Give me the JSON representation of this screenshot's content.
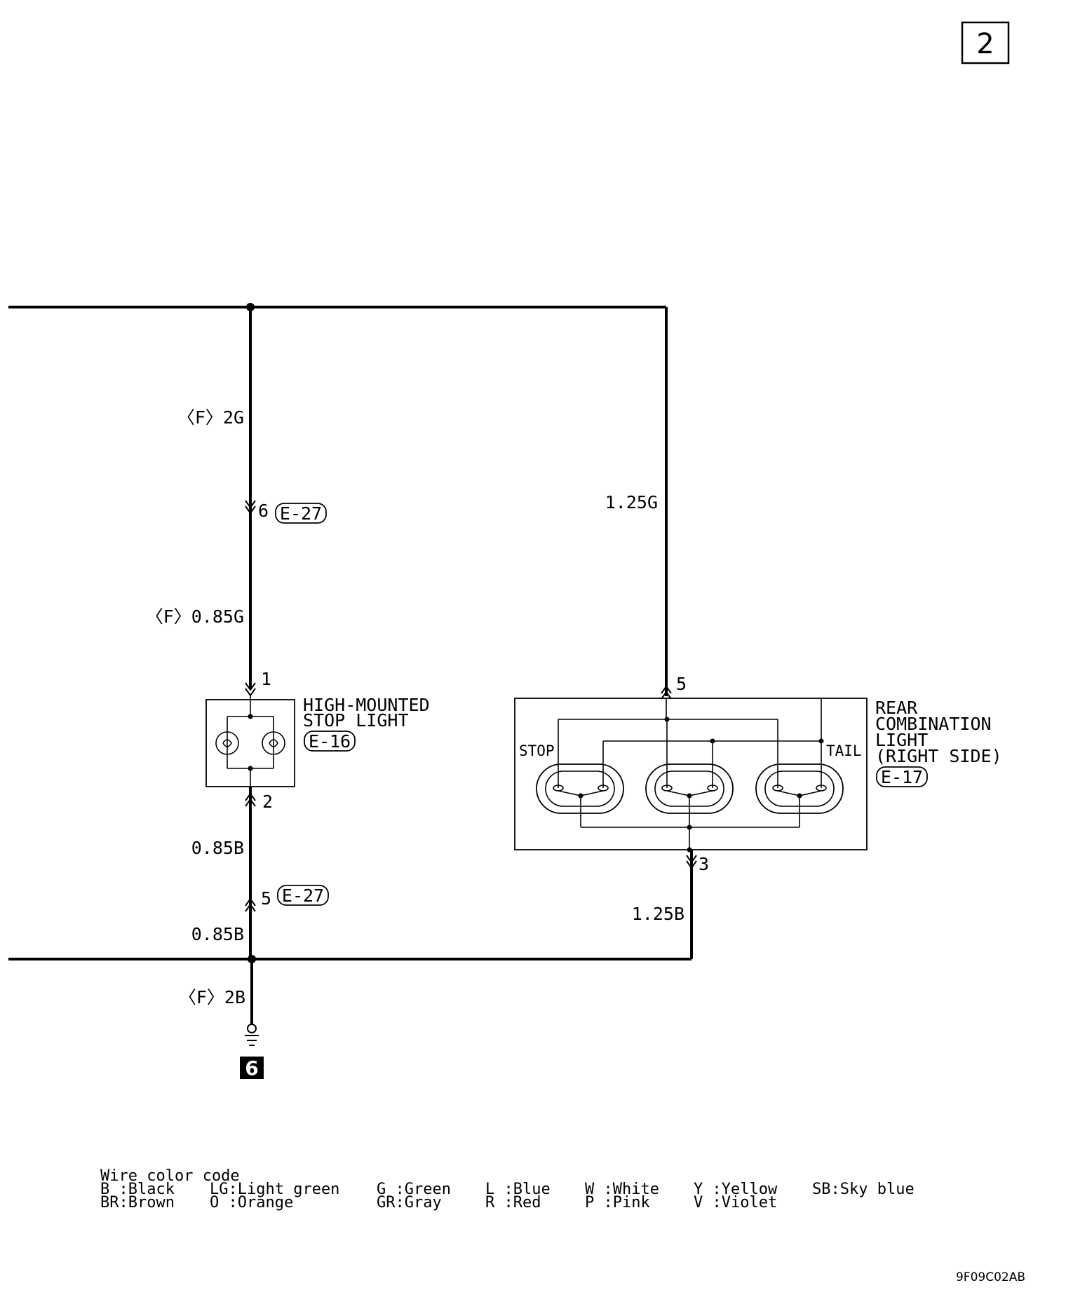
{
  "page_number": "2",
  "wires": {
    "upper_f2g": "〈F〉2G",
    "upper_f085g": "〈F〉0.85G",
    "rear_feed": "1.25G",
    "lower_085b_a": "0.85B",
    "lower_085b_b": "0.85B",
    "rear_ground": "1.25B",
    "ground_f2b": "〈F〉2B"
  },
  "connectors": {
    "e27_upper": {
      "pin": "6",
      "code": "E-27"
    },
    "e27_lower": {
      "pin": "5",
      "code": "E-27"
    },
    "hmsl_pin_in": "1",
    "hmsl_pin_out": "2",
    "rcl_pin_in": "5",
    "rcl_pin_out": "3"
  },
  "components": {
    "high_mounted_stop_light": {
      "name_line1": "HIGH-MOUNTED",
      "name_line2": "STOP LIGHT",
      "code": "E-16"
    },
    "rear_combination_light": {
      "name_line1": "REAR",
      "name_line2": "COMBINATION",
      "name_line3": "LIGHT",
      "name_line4": "(RIGHT SIDE)",
      "code": "E-17",
      "stop_label": "STOP",
      "tail_label": "TAIL"
    }
  },
  "ground": {
    "id": "6"
  },
  "legend": {
    "title": "Wire color code",
    "entries": [
      {
        "row1": "B :Black",
        "row2": "BR:Brown"
      },
      {
        "row1": "LG:Light green",
        "row2": "O :Orange"
      },
      {
        "row1": "G :Green",
        "row2": "GR:Gray"
      },
      {
        "row1": "L :Blue",
        "row2": "R :Red"
      },
      {
        "row1": "W :White",
        "row2": "P :Pink"
      },
      {
        "row1": "Y :Yellow",
        "row2": "V :Violet"
      },
      {
        "row1": "SB:Sky blue",
        "row2": ""
      }
    ]
  },
  "drawing_code": "9F09C02AB"
}
